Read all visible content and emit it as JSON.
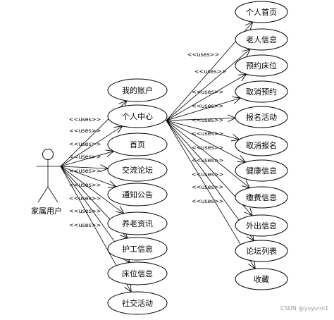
{
  "actor": {
    "label": "家属用户"
  },
  "stereotype": "<<uses>>",
  "primary_use_cases": [
    "我的账户",
    "个人中心",
    "首页",
    "交流论坛",
    "通知公告",
    "养老资讯",
    "护工信息",
    "床位信息",
    "社交活动"
  ],
  "secondary_use_cases": [
    "个人首页",
    "老人信息",
    "预约床位",
    "取消预约",
    "报名活动",
    "取消报名",
    "健康信息",
    "缴费信息",
    "外出信息",
    "论坛列表",
    "收藏"
  ],
  "watermark": "CSDN @yuyunn1"
}
